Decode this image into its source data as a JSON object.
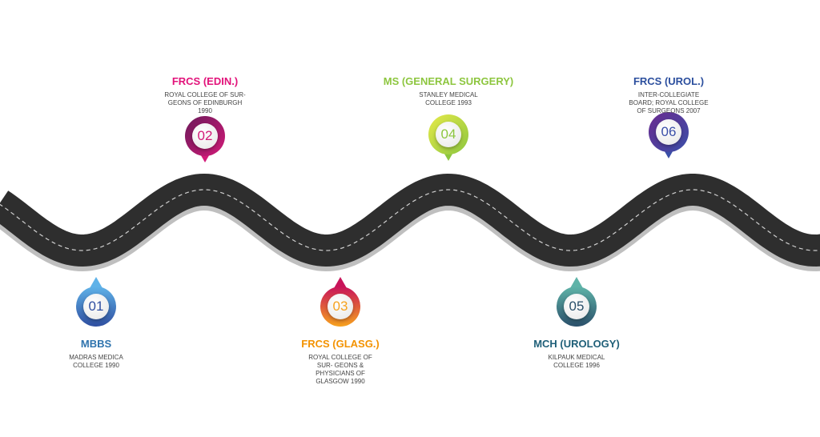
{
  "milestones": [
    {
      "num": "01",
      "title": "MBBS",
      "desc": "MADRAS MEDICA COLLEGE 1990",
      "title_color": "#2e73ad",
      "pin_colors": [
        "#5fb2e8",
        "#2f4ea0"
      ]
    },
    {
      "num": "02",
      "title": "FRCS (EDIN.)",
      "desc": "ROYAL COLLEGE OF SUR- GEONS OF EDINBURGH 1990",
      "title_color": "#e2127a",
      "pin_colors": [
        "#6b1a5a",
        "#d21a78"
      ]
    },
    {
      "num": "03",
      "title": "FRCS (GLASG.)",
      "desc": "ROYAL COLLEGE OF SUR- GEONS & PHYSICIANS OF GLASGOW 1990",
      "title_color": "#f39200",
      "pin_colors": [
        "#c8145a",
        "#f6a21e"
      ]
    },
    {
      "num": "04",
      "title": "MS (GENERAL SURGERY)",
      "desc": "STANLEY MEDICAL COLLEGE 1993",
      "title_color": "#8dc63f",
      "pin_colors": [
        "#e6ea4a",
        "#8cc63f"
      ]
    },
    {
      "num": "05",
      "title": "MCH (UROLOGY)",
      "desc": "KILPAUK MEDICAL COLLEGE 1996",
      "title_color": "#1f5f78",
      "pin_colors": [
        "#5fb3a8",
        "#2a4f6a"
      ]
    },
    {
      "num": "06",
      "title": "FRCS (UROL.)",
      "desc": "INTER-COLLEGIATE BOARD; ROYAL COLLEGE OF SURGEONS 2007",
      "title_color": "#2c4f9e",
      "pin_colors": [
        "#6a2a8f",
        "#3a4fa8"
      ]
    }
  ]
}
